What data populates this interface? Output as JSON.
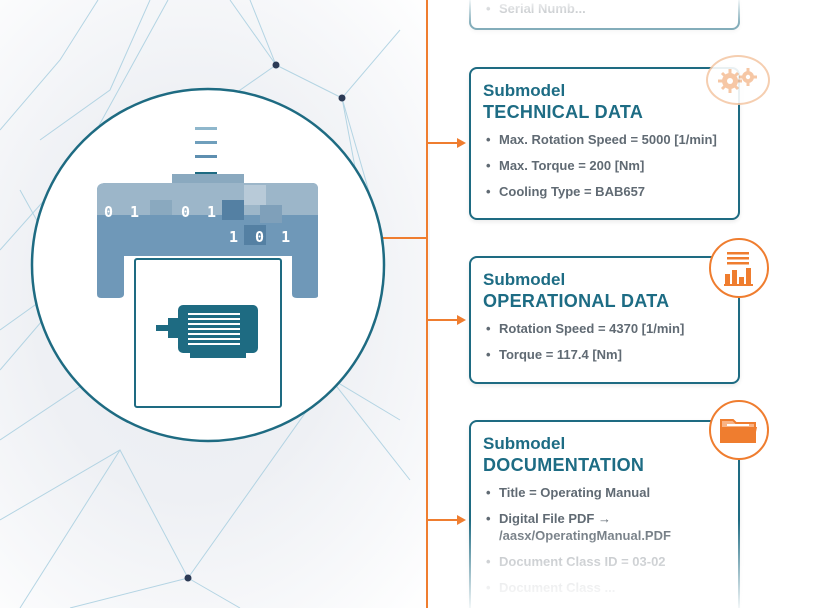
{
  "asset": {
    "bits_row1_left": "0 1",
    "bits_row1_right": "0 1",
    "bits_row2": "1 0 1"
  },
  "submodels": [
    {
      "kicker": "",
      "title": "",
      "items": [
        "Serial Numb..."
      ],
      "icon": "none"
    },
    {
      "kicker": "Submodel",
      "title": "TECHNICAL DATA",
      "items": [
        "Max. Rotation Speed = 5000 [1/min]",
        "Max. Torque = 200 [Nm]",
        "Cooling Type = BAB657"
      ],
      "icon": "gears-icon"
    },
    {
      "kicker": "Submodel",
      "title": "OPERATIONAL DATA",
      "items": [
        "Rotation Speed = 4370 [1/min]",
        "Torque = 117.4 [Nm]"
      ],
      "icon": "bar-chart-icon"
    },
    {
      "kicker": "Submodel",
      "title": "DOCUMENTATION",
      "items": [
        "Title = Operating Manual",
        "Digital File PDF → /aasx/OperatingManual.PDF",
        "Document Class ID = 03-02",
        "Document Class ..."
      ],
      "icon": "folder-icon"
    }
  ],
  "colors": {
    "teal": "#1e6b82",
    "teal_light": "#5e8fb0",
    "orange": "#ef7d2f",
    "network_line": "#a9cfe0",
    "node": "#2b3a55"
  }
}
